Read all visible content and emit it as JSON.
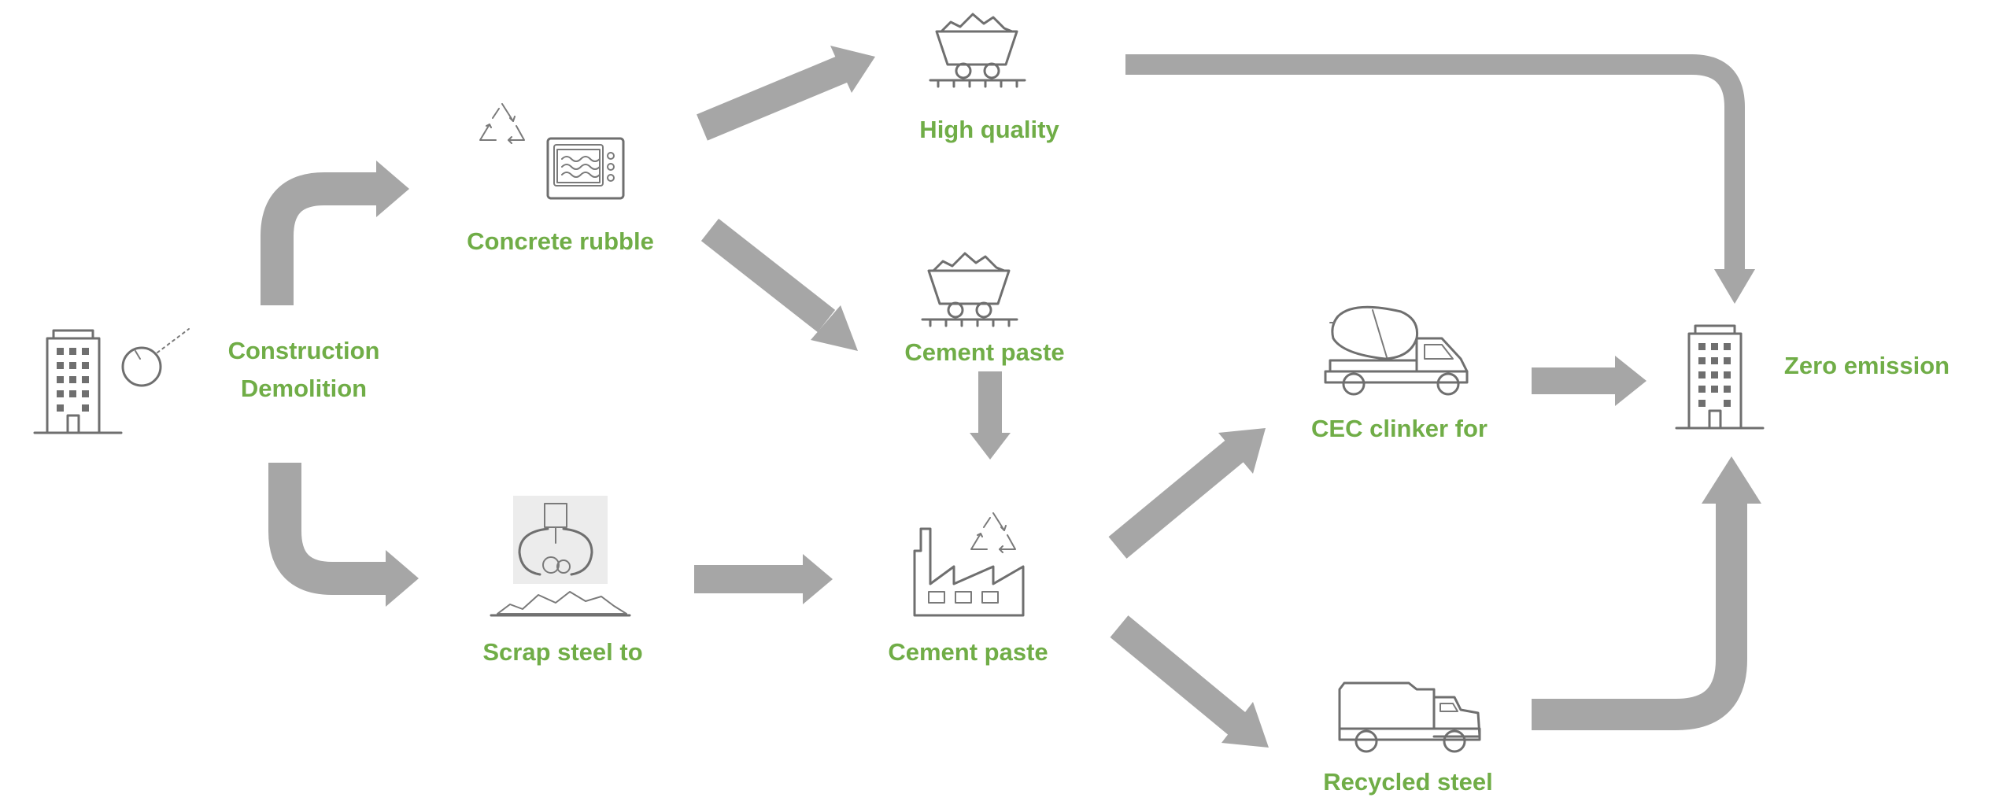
{
  "nodes": {
    "construction": {
      "line1": "Construction",
      "line2": "Demolition",
      "icon": "building-with-wrecking-ball-icon"
    },
    "concrete_rubble": {
      "label": "Concrete rubble",
      "icon": "microwave-with-recycle-icon"
    },
    "scrap_steel": {
      "label": "Scrap steel to",
      "icon": "scrap-claw-icon"
    },
    "high_quality": {
      "label": "High quality",
      "icon": "mine-cart-icon"
    },
    "cement_paste_upper": {
      "label": "Cement paste",
      "icon": "mine-cart-icon"
    },
    "cement_paste_lower": {
      "label": "Cement paste",
      "icon": "factory-with-recycle-icon"
    },
    "cec_clinker": {
      "label": "CEC clinker for",
      "icon": "cement-mixer-truck-icon"
    },
    "recycled_steel": {
      "label": "Recycled steel",
      "icon": "dump-truck-icon"
    },
    "zero_emission": {
      "label": "Zero emission",
      "icon": "building-icon"
    }
  },
  "colors": {
    "label": "#70ad47",
    "arrow": "#a6a6a6",
    "icon": "#6f6f6f"
  }
}
